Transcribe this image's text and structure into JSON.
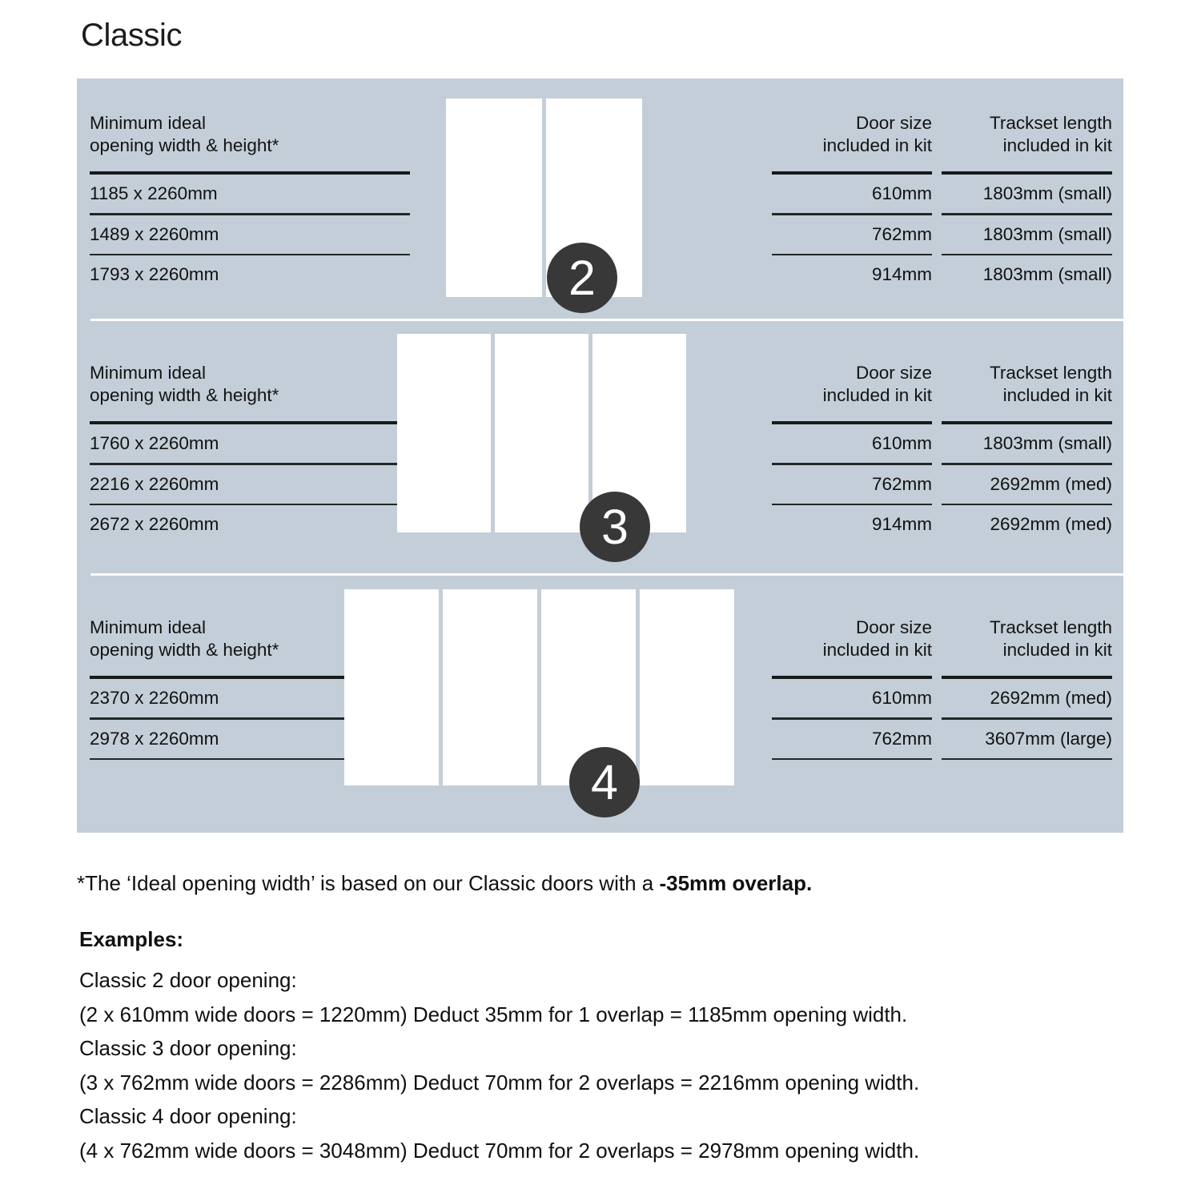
{
  "title": "Classic",
  "colors": {
    "panel_bg": "#c3ced8",
    "badge_bg": "#383838",
    "door_fill": "#ffffff",
    "text": "#101010",
    "rule": "#161a1a"
  },
  "panels": [
    {
      "door_count_label": "2",
      "door_count": 2,
      "headers": {
        "left": "Minimum ideal\nopening width & height*",
        "middle": "Door size\nincluded in kit",
        "right": "Trackset length\nincluded in kit"
      },
      "rows": [
        {
          "opening": "1185 x 2260mm",
          "door_size": "610mm",
          "trackset": "1803mm (small)"
        },
        {
          "opening": "1489 x 2260mm",
          "door_size": "762mm",
          "trackset": "1803mm (small)"
        },
        {
          "opening": "1793 x 2260mm",
          "door_size": "914mm",
          "trackset": "1803mm (small)"
        }
      ]
    },
    {
      "door_count_label": "3",
      "door_count": 3,
      "headers": {
        "left": "Minimum ideal\nopening width & height*",
        "middle": "Door size\nincluded in kit",
        "right": "Trackset length\nincluded in kit"
      },
      "rows": [
        {
          "opening": "1760 x 2260mm",
          "door_size": "610mm",
          "trackset": "1803mm (small)"
        },
        {
          "opening": "2216 x 2260mm",
          "door_size": "762mm",
          "trackset": "2692mm (med)"
        },
        {
          "opening": "2672 x 2260mm",
          "door_size": "914mm",
          "trackset": "2692mm (med)"
        }
      ]
    },
    {
      "door_count_label": "4",
      "door_count": 4,
      "headers": {
        "left": "Minimum ideal\nopening width & height*",
        "middle": "Door size\nincluded in kit",
        "right": "Trackset length\nincluded in kit"
      },
      "rows": [
        {
          "opening": "2370 x 2260mm",
          "door_size": "610mm",
          "trackset": "2692mm (med)"
        },
        {
          "opening": "2978 x 2260mm",
          "door_size": "762mm",
          "trackset": "3607mm (large)"
        }
      ]
    }
  ],
  "footnote": {
    "prefix": "*The ‘Ideal opening width’ is based on our Classic doors with a ",
    "emphasis": "-35mm overlap."
  },
  "examples": {
    "heading": "Examples:",
    "lines": [
      "Classic 2 door opening:",
      "(2 x 610mm wide doors = 1220mm)  Deduct 35mm for 1 overlap = 1185mm opening width.",
      "Classic 3 door opening:",
      "(3 x 762mm wide doors = 2286mm)  Deduct 70mm for 2 overlaps = 2216mm opening width.",
      "Classic 4 door opening:",
      "(4 x 762mm wide doors = 3048mm)  Deduct 70mm for 2 overlaps = 2978mm opening width."
    ]
  }
}
